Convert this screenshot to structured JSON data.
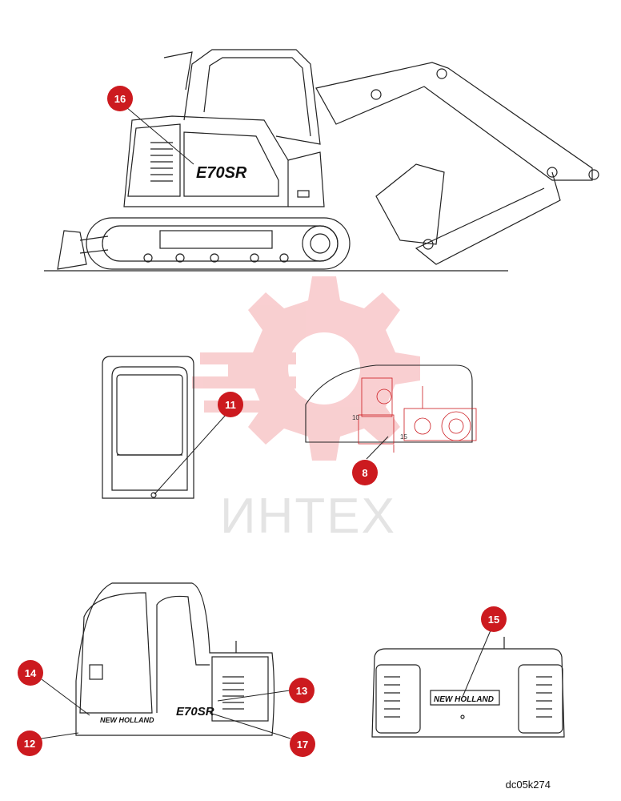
{
  "watermark": {
    "text": "ИНТЕХ",
    "color": "#f4a8ab"
  },
  "callouts": [
    {
      "id": "c16",
      "number": "16"
    },
    {
      "id": "c11",
      "number": "11"
    },
    {
      "id": "c8",
      "number": "8"
    },
    {
      "id": "c14",
      "number": "14"
    },
    {
      "id": "c13",
      "number": "13"
    },
    {
      "id": "c12",
      "number": "12"
    },
    {
      "id": "c17",
      "number": "17"
    },
    {
      "id": "c15",
      "number": "15"
    }
  ],
  "labels": {
    "model_top": "E70SR",
    "model_cab": "E70SR",
    "brand_cab": "NEW HOLLAND",
    "brand_rear": "NEW HOLLAND",
    "dim_a": "10",
    "dim_b": "15"
  },
  "reference_code": "dc05k274",
  "colors": {
    "callout": "#cc1a1f",
    "line": "#222222"
  }
}
